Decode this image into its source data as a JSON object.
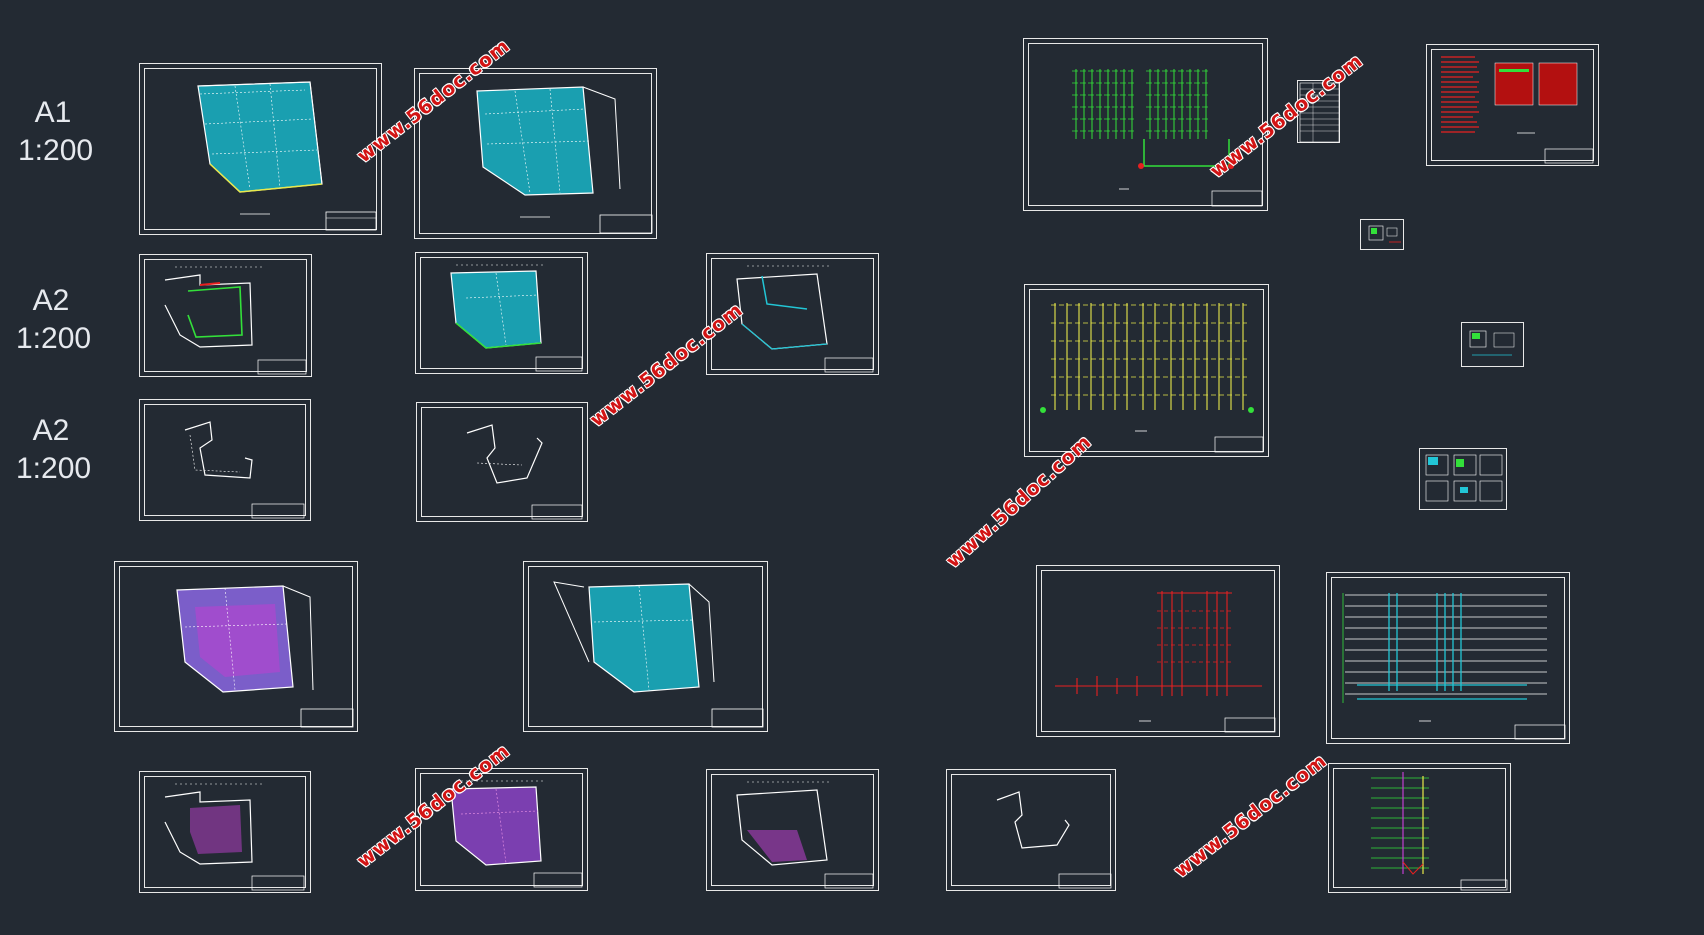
{
  "scale_labels": [
    {
      "size": "A1",
      "ratio": "1:200"
    },
    {
      "size": "A2",
      "ratio": "1:200"
    },
    {
      "size": "A2",
      "ratio": "1:200"
    }
  ],
  "watermark_text": "www.56doc.com",
  "colors": {
    "background": "#232a33",
    "sheet_border": "#e8e8e8",
    "watermark": "#d21414",
    "cyan": "#22c6d6",
    "green": "#33e03a",
    "yellow": "#e8e84a",
    "red": "#e82020",
    "magenta": "#c040d0"
  }
}
